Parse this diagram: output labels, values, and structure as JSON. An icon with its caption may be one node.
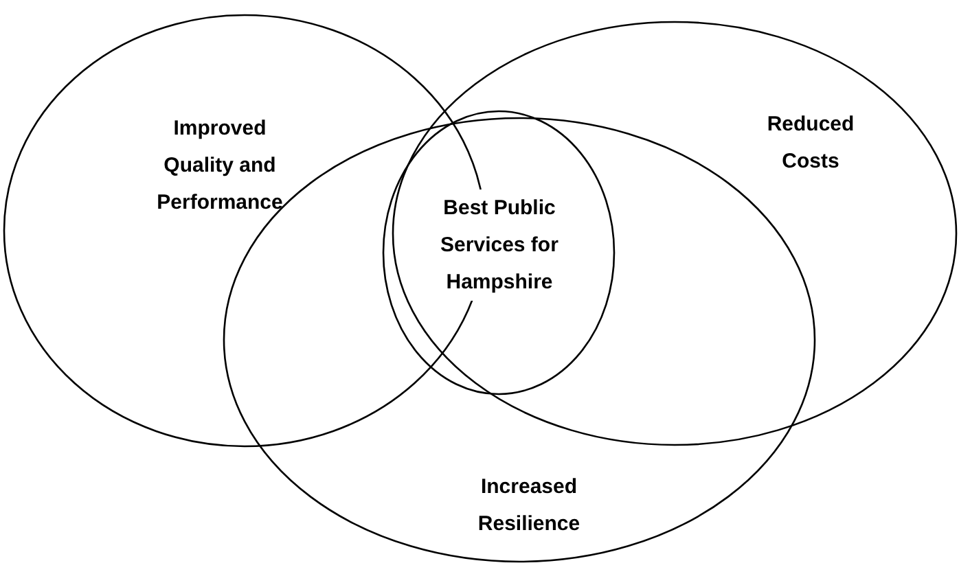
{
  "diagram": {
    "nodes": [
      {
        "text": [
          "Improved Quality and Performance"
        ]
      },
      {
        "text": [
          "Reduced Costs"
        ]
      },
      {
        "text": [
          "Increased Resilience"
        ]
      },
      {
        "text": [
          "Best Public Services for Hampshire"
        ]
      }
    ]
  }
}
